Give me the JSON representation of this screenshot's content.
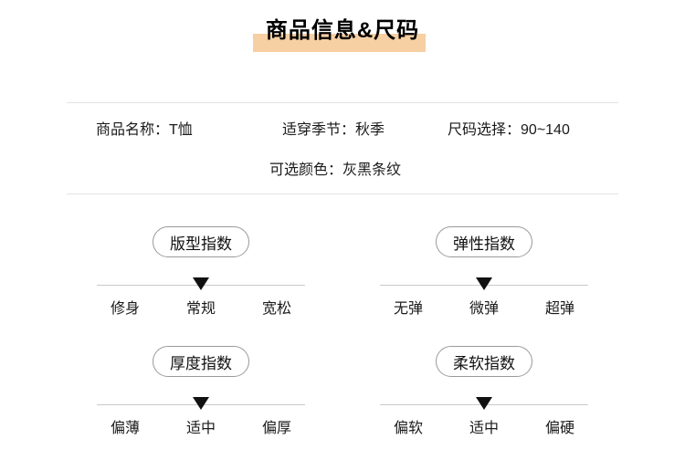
{
  "title": "商品信息&尺码",
  "colors": {
    "title_highlight": "#f6cfa2",
    "divider": "#e3e3e3",
    "gauge_line": "#c9c9c9",
    "arrow": "#111111",
    "pill_border": "#9a9a9a"
  },
  "info": {
    "fields": [
      {
        "label": "商品名称：",
        "value": "T恤"
      },
      {
        "label": "适穿季节：",
        "value": "秋季"
      },
      {
        "label": "尺码选择：",
        "value": "90~140"
      },
      {
        "label": "可选颜色：",
        "value": "灰黑条纹"
      }
    ]
  },
  "indicators": [
    {
      "name": "版型指数",
      "options": [
        "修身",
        "常规",
        "宽松"
      ],
      "selected": "常规",
      "selected_index": 1
    },
    {
      "name": "弹性指数",
      "options": [
        "无弹",
        "微弹",
        "超弹"
      ],
      "selected": "微弹",
      "selected_index": 1
    },
    {
      "name": "厚度指数",
      "options": [
        "偏薄",
        "适中",
        "偏厚"
      ],
      "selected": "适中",
      "selected_index": 1
    },
    {
      "name": "柔软指数",
      "options": [
        "偏软",
        "适中",
        "偏硬"
      ],
      "selected": "适中",
      "selected_index": 1
    }
  ]
}
